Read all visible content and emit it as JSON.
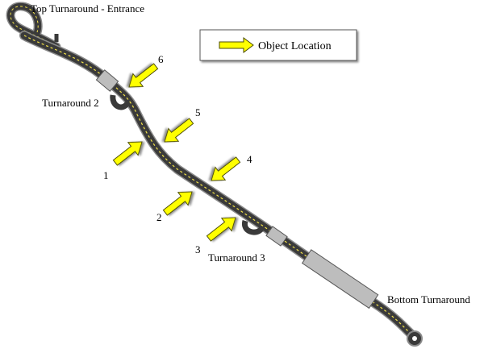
{
  "labels": {
    "top_turnaround": "Top Turnaround - Entrance",
    "turnaround_2": "Turnaround 2",
    "turnaround_3": "Turnaround 3",
    "bottom_turnaround": "Bottom Turnaround"
  },
  "legend": {
    "label": "Object Location"
  },
  "markers": [
    "1",
    "2",
    "3",
    "4",
    "5",
    "6"
  ],
  "colors": {
    "road": "#3a3a3a",
    "road_edge": "#8a8a8a",
    "center_line": "#f2e24a",
    "arrow_fill": "#ffff00",
    "arrow_stroke": "#4a4a00",
    "bridge": "#bdbdbd"
  }
}
